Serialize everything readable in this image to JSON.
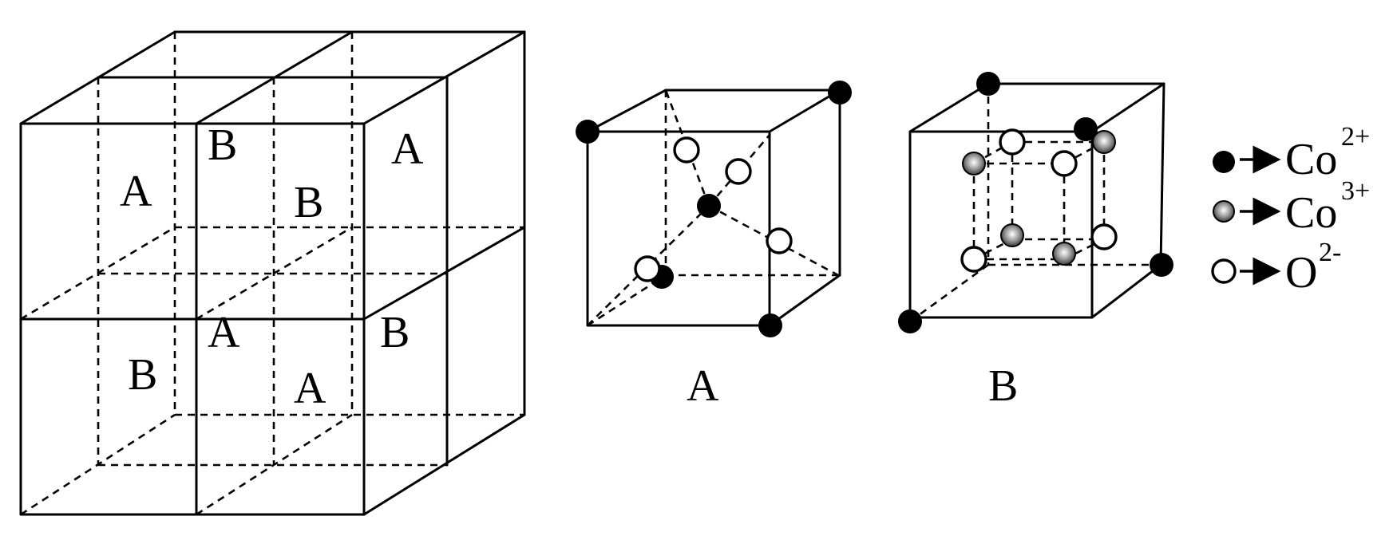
{
  "big_cube": {
    "labels": {
      "top_front_left": "A",
      "top_front_middle": "B",
      "top_back_middle": "B",
      "top_front_right": "A",
      "bottom_front_left": "B",
      "bottom_front_middle": "A",
      "bottom_back_middle": "A",
      "bottom_front_right": "B"
    }
  },
  "cube_a": {
    "caption": "A"
  },
  "cube_b": {
    "caption": "B"
  },
  "legend": {
    "co2": {
      "base": "Co",
      "charge": "2+",
      "fill": "#000000"
    },
    "co3": {
      "base": "Co",
      "charge": "3+",
      "fill": "#8a8a8a"
    },
    "o2": {
      "base": "O",
      "charge": "2-",
      "fill": "#ffffff"
    },
    "arrow_icon": "right-arrow-icon"
  }
}
